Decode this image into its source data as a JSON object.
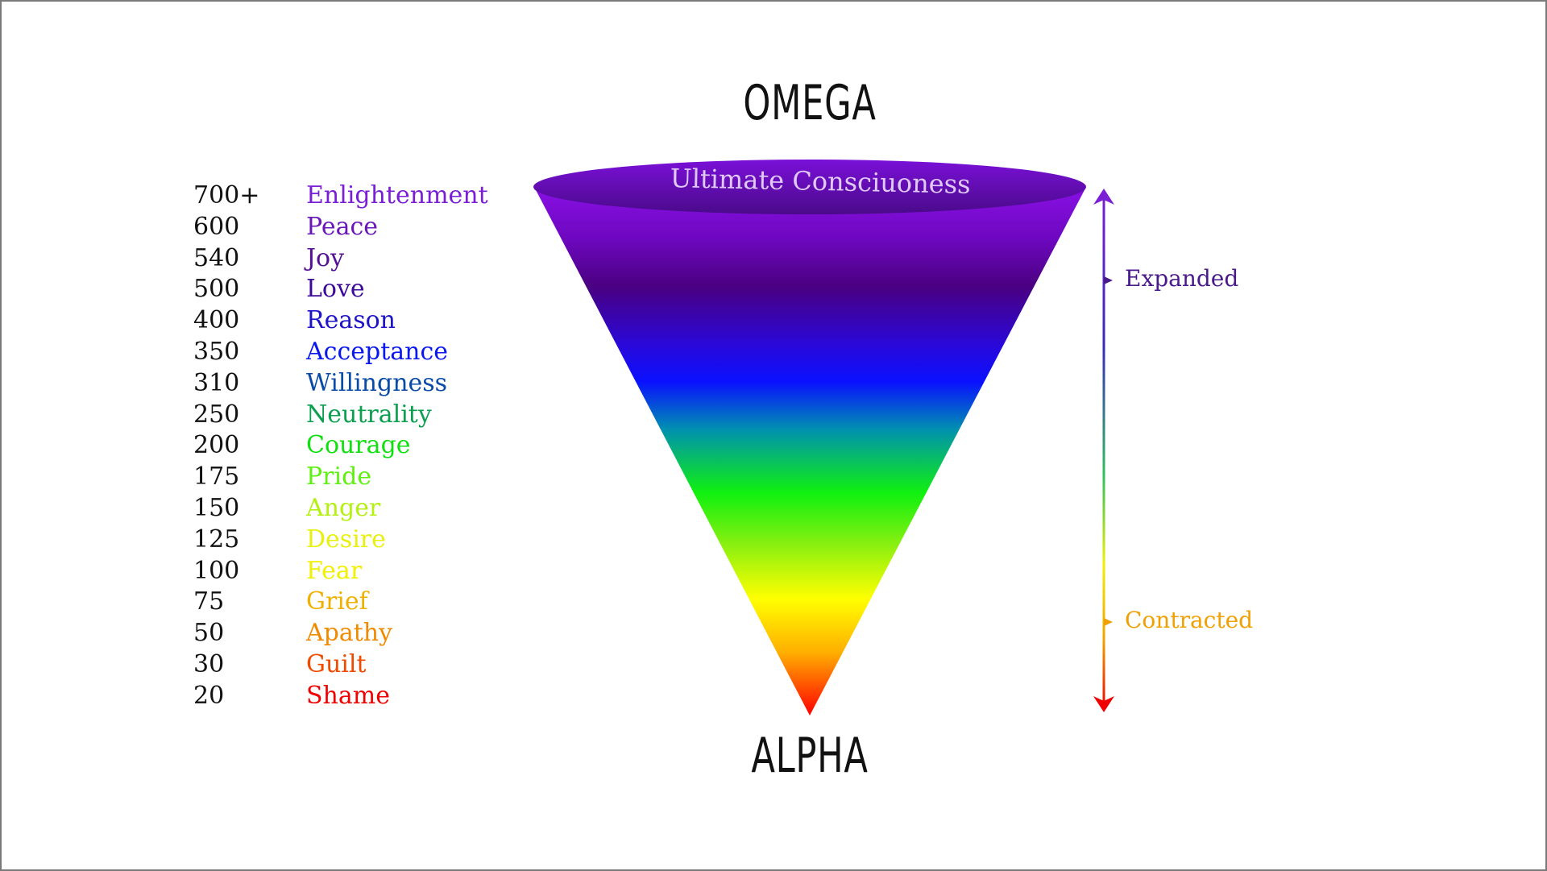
{
  "diagram": {
    "top_label": "OMEGA",
    "bottom_label": "ALPHA",
    "rim_label": "Ultimate Consciuoness",
    "expanded_label": "Expanded",
    "contracted_label": "Contracted"
  },
  "levels": [
    {
      "value": "700+",
      "name": "Enlightenment",
      "color": "#7b1fd6"
    },
    {
      "value": "600",
      "name": "Peace",
      "color": "#6a18b8"
    },
    {
      "value": "540",
      "name": "Joy",
      "color": "#541196"
    },
    {
      "value": "500",
      "name": "Love",
      "color": "#3c0a9a"
    },
    {
      "value": "400",
      "name": "Reason",
      "color": "#1e14c8"
    },
    {
      "value": "350",
      "name": "Acceptance",
      "color": "#0a18f0"
    },
    {
      "value": "310",
      "name": "Willingness",
      "color": "#0a4aa8"
    },
    {
      "value": "250",
      "name": "Neutrality",
      "color": "#0aa050"
    },
    {
      "value": "200",
      "name": "Courage",
      "color": "#10e010"
    },
    {
      "value": "175",
      "name": "Pride",
      "color": "#5ef010"
    },
    {
      "value": "150",
      "name": "Anger",
      "color": "#b4f010"
    },
    {
      "value": "125",
      "name": "Desire",
      "color": "#e8f010"
    },
    {
      "value": "100",
      "name": "Fear",
      "color": "#f0f000"
    },
    {
      "value": "75",
      "name": "Grief",
      "color": "#f0b000"
    },
    {
      "value": "50",
      "name": "Apathy",
      "color": "#f08a00"
    },
    {
      "value": "30",
      "name": "Guilt",
      "color": "#f04a00"
    },
    {
      "value": "20",
      "name": "Shame",
      "color": "#f00000"
    }
  ],
  "colors": {
    "expanded": "#4a1a8c",
    "contracted": "#f0a000",
    "rim_text": "#e0c8f8"
  }
}
